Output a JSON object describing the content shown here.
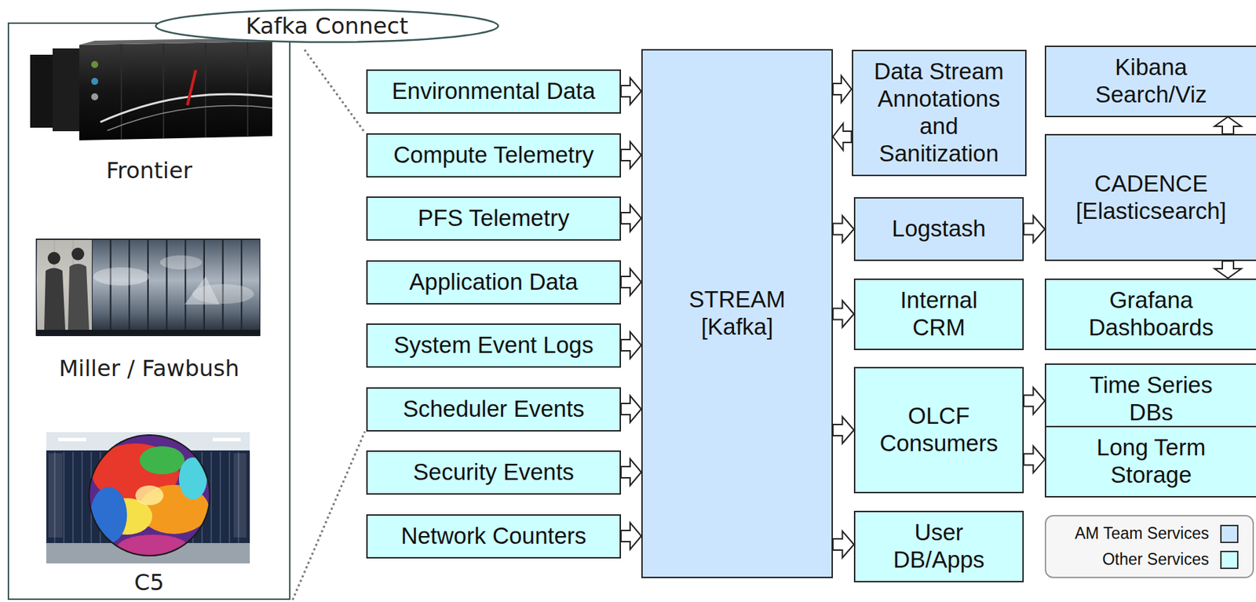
{
  "diagram": {
    "nodes": [
      {
        "text": [
          "Kafka Connect",
          "Frontier",
          "Miller / Fawbush",
          "C5"
        ]
      },
      {
        "text": [
          "Environmental Data"
        ]
      },
      {
        "text": [
          "Compute Telemetry"
        ]
      },
      {
        "text": [
          "PFS Telemetry"
        ]
      },
      {
        "text": [
          "Application Data"
        ]
      },
      {
        "text": [
          "System Event Logs"
        ]
      },
      {
        "text": [
          "Scheduler Events"
        ]
      },
      {
        "text": [
          "Security Events"
        ]
      },
      {
        "text": [
          "Network Counters"
        ]
      },
      {
        "text": [
          "STREAM [Kafka]"
        ]
      },
      {
        "text": [
          "Data Stream Annotations and Sanitization"
        ]
      },
      {
        "text": [
          "Kibana Search/Viz"
        ]
      },
      {
        "text": [
          "Logstash"
        ]
      },
      {
        "text": [
          "CADENCE [Elasticsearch]"
        ]
      },
      {
        "text": [
          "Internal CRM"
        ]
      },
      {
        "text": [
          "Grafana Dashboards"
        ]
      },
      {
        "text": [
          "OLCF Consumers"
        ]
      },
      {
        "text": [
          "Time Series DBs"
        ]
      },
      {
        "text": [
          "Long Term Storage"
        ]
      },
      {
        "text": [
          "User DB/Apps"
        ]
      }
    ],
    "edges": [
      {
        "from": 1,
        "to": 9,
        "arrow": "to"
      },
      {
        "from": 2,
        "to": 9,
        "arrow": "to"
      },
      {
        "from": 3,
        "to": 9,
        "arrow": "to"
      },
      {
        "from": 4,
        "to": 9,
        "arrow": "to"
      },
      {
        "from": 5,
        "to": 9,
        "arrow": "to"
      },
      {
        "from": 6,
        "to": 9,
        "arrow": "to"
      },
      {
        "from": 7,
        "to": 9,
        "arrow": "to"
      },
      {
        "from": 8,
        "to": 9,
        "arrow": "to"
      },
      {
        "from": 9,
        "to": 10,
        "arrow": "to"
      },
      {
        "from": 10,
        "to": 9,
        "arrow": "to"
      },
      {
        "from": 9,
        "to": 12,
        "arrow": "to"
      },
      {
        "from": 9,
        "to": 14,
        "arrow": "to"
      },
      {
        "from": 9,
        "to": 16,
        "arrow": "to"
      },
      {
        "from": 9,
        "to": 19,
        "arrow": "to"
      },
      {
        "from": 12,
        "to": 13,
        "arrow": "to"
      },
      {
        "from": 13,
        "to": 11,
        "arrow": "to"
      },
      {
        "from": 13,
        "to": 15,
        "arrow": "to"
      },
      {
        "from": 16,
        "to": 17,
        "arrow": "to"
      },
      {
        "from": 16,
        "to": 18,
        "arrow": "to"
      }
    ],
    "legend": [
      {
        "text": "AM Team Services",
        "color": "#cce5ff"
      },
      {
        "text": "Other Services",
        "color": "#ccffff"
      }
    ]
  }
}
